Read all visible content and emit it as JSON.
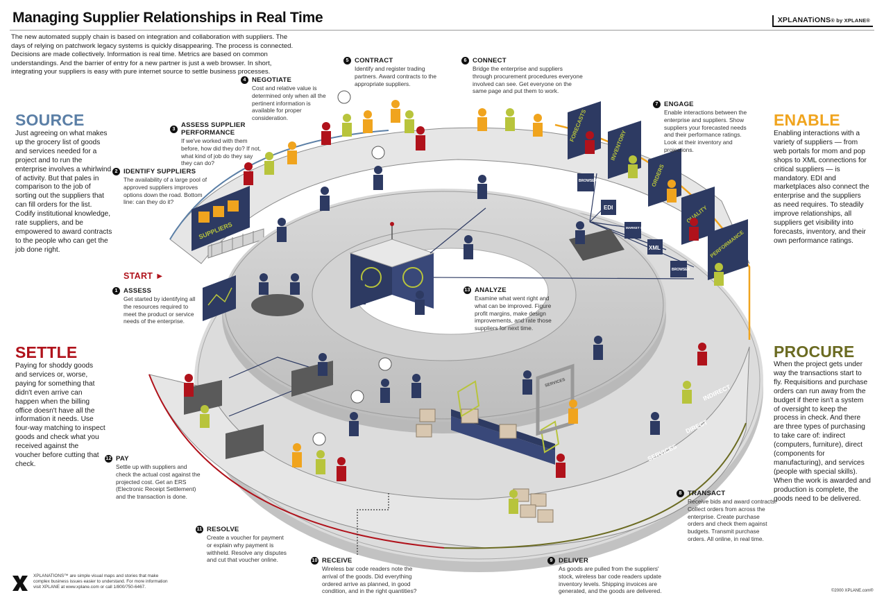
{
  "title": "Managing Supplier Relationships in Real Time",
  "intro": "The new automated supply chain is based on integration and collaboration with suppliers. The days of relying on patchwork legacy systems is quickly disappearing. The process is connected. Decisions are made collectively. Information is real time. Metrics are based on common understandings. And the barrier of entry for a new partner is just a web browser. In short, integrating your suppliers is easy with pure internet source to settle business processes.",
  "brand": {
    "name": "XPLANATiONS",
    "by": "® by XPLANE®"
  },
  "colors": {
    "source": "#5b7fa6",
    "enable": "#f0a41e",
    "settle": "#b0121b",
    "procure": "#6b6b22",
    "ring": "#cfcfcf",
    "ring_dark": "#9e9e9e",
    "screen": "#2d3a62",
    "screen_line": "#b8c43c"
  },
  "categories": {
    "source": {
      "title": "SOURCE",
      "text": "Just agreeing on what makes up the grocery list of goods and services needed for a project and to run the enterprise involves a whirlwind of activity. But that pales in comparison to the job of sorting out the suppliers that can fill orders for the list. Codify institutional knowledge, rate suppliers, and be empowered to award contracts to the people who can get the job done right."
    },
    "enable": {
      "title": "ENABLE",
      "text": "Enabling interactions with a variety of suppliers — from web portals for mom and pop shops to XML connections for critical suppliers — is mandatory. EDI and marketplaces also connect the enterprise and the suppliers as need requires. To steadily improve relationships, all suppliers get visibility into forecasts, inventory, and their own performance ratings."
    },
    "settle": {
      "title": "SETTLE",
      "text": "Paying for shoddy goods and services or, worse, paying for something that didn't even arrive can happen when the billing office doesn't have all the information it needs. Use four-way matching to inspect goods and check what you received against the voucher before cutting that check."
    },
    "procure": {
      "title": "PROCURE",
      "text": "When the project gets under way the transactions start to fly. Requisitions and purchase orders can run away from the budget if there isn't a system of oversight to keep the process in check. And there are three types of purchasing to take care of: indirect (computers, furniture), direct (components for manufacturing), and services (people with special skills). When the work is awarded and production is complete, the goods need to be delivered."
    }
  },
  "start_label": "START ►",
  "steps": [
    {
      "num": "1",
      "title": "ASSESS",
      "text": "Get started by identifying all the resources required to meet the product or service needs of the enterprise."
    },
    {
      "num": "2",
      "title": "IDENTIFY SUPPLIERS",
      "text": "The availability of a large pool of approved suppliers improves options down the road. Bottom line: can they do it?"
    },
    {
      "num": "3",
      "title": "ASSESS SUPPLIER PERFORMANCE",
      "text": "If we've worked with them before, how did they do? If not, what kind of job do they say they can do?"
    },
    {
      "num": "4",
      "title": "NEGOTIATE",
      "text": "Cost and relative value is determined only when all the pertinent information is available for proper consideration."
    },
    {
      "num": "5",
      "title": "CONTRACT",
      "text": "Identify and register trading partners. Award contracts to the appropriate suppliers."
    },
    {
      "num": "6",
      "title": "CONNECT",
      "text": "Bridge the enterprise and suppliers through procurement procedures everyone involved can see. Get everyone on the same page and put them to work."
    },
    {
      "num": "7",
      "title": "ENGAGE",
      "text": "Enable interactions between the enterprise and suppliers. Show suppliers your forecasted needs and their performance ratings. Look at their inventory and projections."
    },
    {
      "num": "8",
      "title": "TRANSACT",
      "text": "Receive bids and award contracts. Collect orders from across the enterprise. Create purchase orders and check them against budgets. Transmit purchase orders. All online, in real time."
    },
    {
      "num": "9",
      "title": "DELIVER",
      "text": "As goods are pulled from the suppliers' stock, wireless bar code readers update inventory levels. Shipping invoices are generated, and the goods are delivered."
    },
    {
      "num": "10",
      "title": "RECEIVE",
      "text": "Wireless bar code readers note the arrival of the goods. Did everything ordered arrive as planned, in good condition, and in the right quantities?"
    },
    {
      "num": "11",
      "title": "RESOLVE",
      "text": "Create a voucher for payment or explain why payment is withheld. Resolve any disputes and cut that voucher online."
    },
    {
      "num": "12",
      "title": "PAY",
      "text": "Settle up with suppliers and check the actual cost against the projected cost. Get an ERS (Electronic Receipt Settlement) and the transaction is done."
    },
    {
      "num": "13",
      "title": "ANALYZE",
      "text": "Examine what went right and what can be improved. Figure profit margins, make design improvements, and rate those suppliers for next time."
    }
  ],
  "boards": {
    "suppliers": "SUPPLIERS",
    "forecasts": "FORECASTS",
    "inventory": "INVENTORY",
    "orders": "ORDERS",
    "quality": "QUALITY",
    "performance": "PERFORMANCE",
    "browser1": "BROWSER",
    "browser2": "BROWSER",
    "edi": "EDI",
    "market": "MARKET SITES",
    "xml": "XML",
    "services_gate": "SERVICES"
  },
  "lanes": {
    "indirect": "INDIRECT",
    "direct": "DIRECT",
    "services": "SERVICES"
  },
  "footnote": "XPLANATIONS™ are simple visual maps and stories that make complex business issues easier to understand. For more information visit XPLANE at www.xplane.com or call 1/800/750-6467.",
  "copyright": "©2000 XPLANE.com®"
}
